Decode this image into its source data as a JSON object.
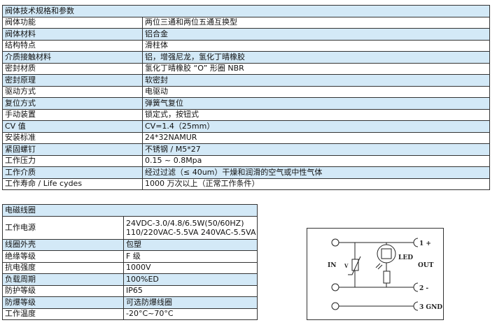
{
  "valve_table": {
    "title": "阀体技术规格和参数",
    "rows": [
      {
        "label": "阀体功能",
        "value": "两位三通和两位五通互换型"
      },
      {
        "label": "阀体材料",
        "value": "铝合金"
      },
      {
        "label": "结构特点",
        "value": "滑柱体"
      },
      {
        "label": "介质接触材料",
        "value": "铝，增强尼龙，氢化丁晴橡胶"
      },
      {
        "label": "密封材质",
        "value": "氢化丁晴橡胶 “O” 形圈 NBR"
      },
      {
        "label": "密封原理",
        "value": "软密封"
      },
      {
        "label": "驱动方式",
        "value": "电驱动"
      },
      {
        "label": "复位方式",
        "value": "弹簧气复位"
      },
      {
        "label": "手动装置",
        "value": "锁定式，按钮式"
      },
      {
        "label": "CV 值",
        "value": "CV=1.4（25mm）"
      },
      {
        "label": "安装标准",
        "value": "24*32NAMUR"
      },
      {
        "label": "紧固螺钉",
        "value": "不锈钢 / M5*27"
      },
      {
        "label": "工作压力",
        "value": "0.15 ~ 0.8Mpa"
      },
      {
        "label": "工作介质",
        "value": "经过过滤（≤ 40um）干燥和润滑的空气或中性气体"
      },
      {
        "label": "工作寿命 / Life cydes",
        "value": "1000 万次以上（正常工作条件）"
      }
    ]
  },
  "coil_table": {
    "title": "电磁线圈",
    "power": {
      "label": "工作电源",
      "line1": "24VDC-3.0/4.8/6.5W(50/60HZ)",
      "line2": "110/220VAC-5.5VA 240VAC-5.5VA"
    },
    "rows": [
      {
        "label": "线圈外壳",
        "value": "包塑"
      },
      {
        "label": "绝缘等级",
        "value": "F 级"
      },
      {
        "label": "抗电强度",
        "value": "1000V"
      },
      {
        "label": "负载周期",
        "value": "100%ED"
      },
      {
        "label": "防护等级",
        "value": "IP65"
      },
      {
        "label": "防爆等级",
        "value": "可选防爆线圈"
      },
      {
        "label": "工作温度",
        "value": "-20°C~70°C"
      }
    ]
  },
  "diagram": {
    "in": "IN",
    "out": "OUT",
    "led": "LED",
    "v": "V",
    "t1": "1 +",
    "t2": "2 -",
    "t3": "3 GND"
  }
}
